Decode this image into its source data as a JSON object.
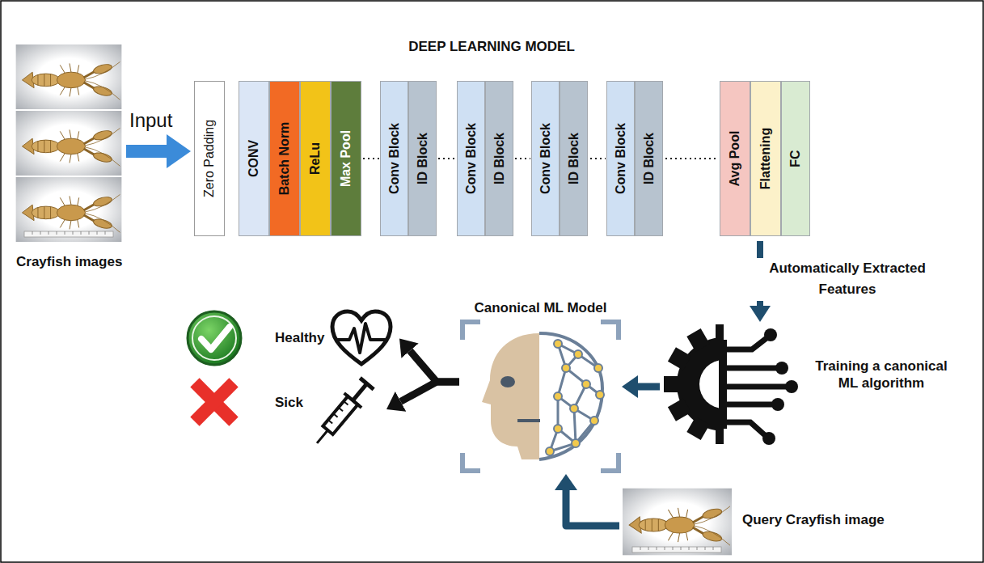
{
  "diagram": {
    "title": "DEEP LEARNING MODEL",
    "nodes": [
      {
        "text": [
          "Crayfish images"
        ]
      },
      {
        "text": [
          "Zero Padding"
        ]
      },
      {
        "text": [
          "CONV"
        ]
      },
      {
        "text": [
          "Batch Norm"
        ]
      },
      {
        "text": [
          "ReLu"
        ]
      },
      {
        "text": [
          "Max Pool"
        ]
      },
      {
        "text": [
          "Conv Block"
        ]
      },
      {
        "text": [
          "ID Block"
        ]
      },
      {
        "text": [
          "Conv Block"
        ]
      },
      {
        "text": [
          "ID Block"
        ]
      },
      {
        "text": [
          "Conv Block"
        ]
      },
      {
        "text": [
          "ID Block"
        ]
      },
      {
        "text": [
          "Conv Block"
        ]
      },
      {
        "text": [
          "ID Block"
        ]
      },
      {
        "text": [
          "Avg Pool"
        ]
      },
      {
        "text": [
          "Flattening"
        ]
      },
      {
        "text": [
          "FC"
        ]
      },
      {
        "text": [
          "Canonical ML Model"
        ]
      },
      {
        "text": [
          "Training a canonical ML algorithm"
        ]
      },
      {
        "text": [
          "Healthy"
        ]
      },
      {
        "text": [
          "Sick"
        ]
      },
      {
        "text": [
          "Query Crayfish image"
        ]
      }
    ],
    "edges": [
      {
        "from": 0,
        "to": 1,
        "label": "Input",
        "arrow": "to"
      },
      {
        "from": 15,
        "to": 18,
        "label": "Automatically Extracted Features",
        "arrow": "to"
      },
      {
        "from": 18,
        "to": 17,
        "arrow": "to"
      },
      {
        "from": 21,
        "to": 17,
        "arrow": "to"
      },
      {
        "from": 17,
        "to": 19,
        "arrow": "to"
      },
      {
        "from": 17,
        "to": 20,
        "arrow": "to"
      }
    ]
  }
}
